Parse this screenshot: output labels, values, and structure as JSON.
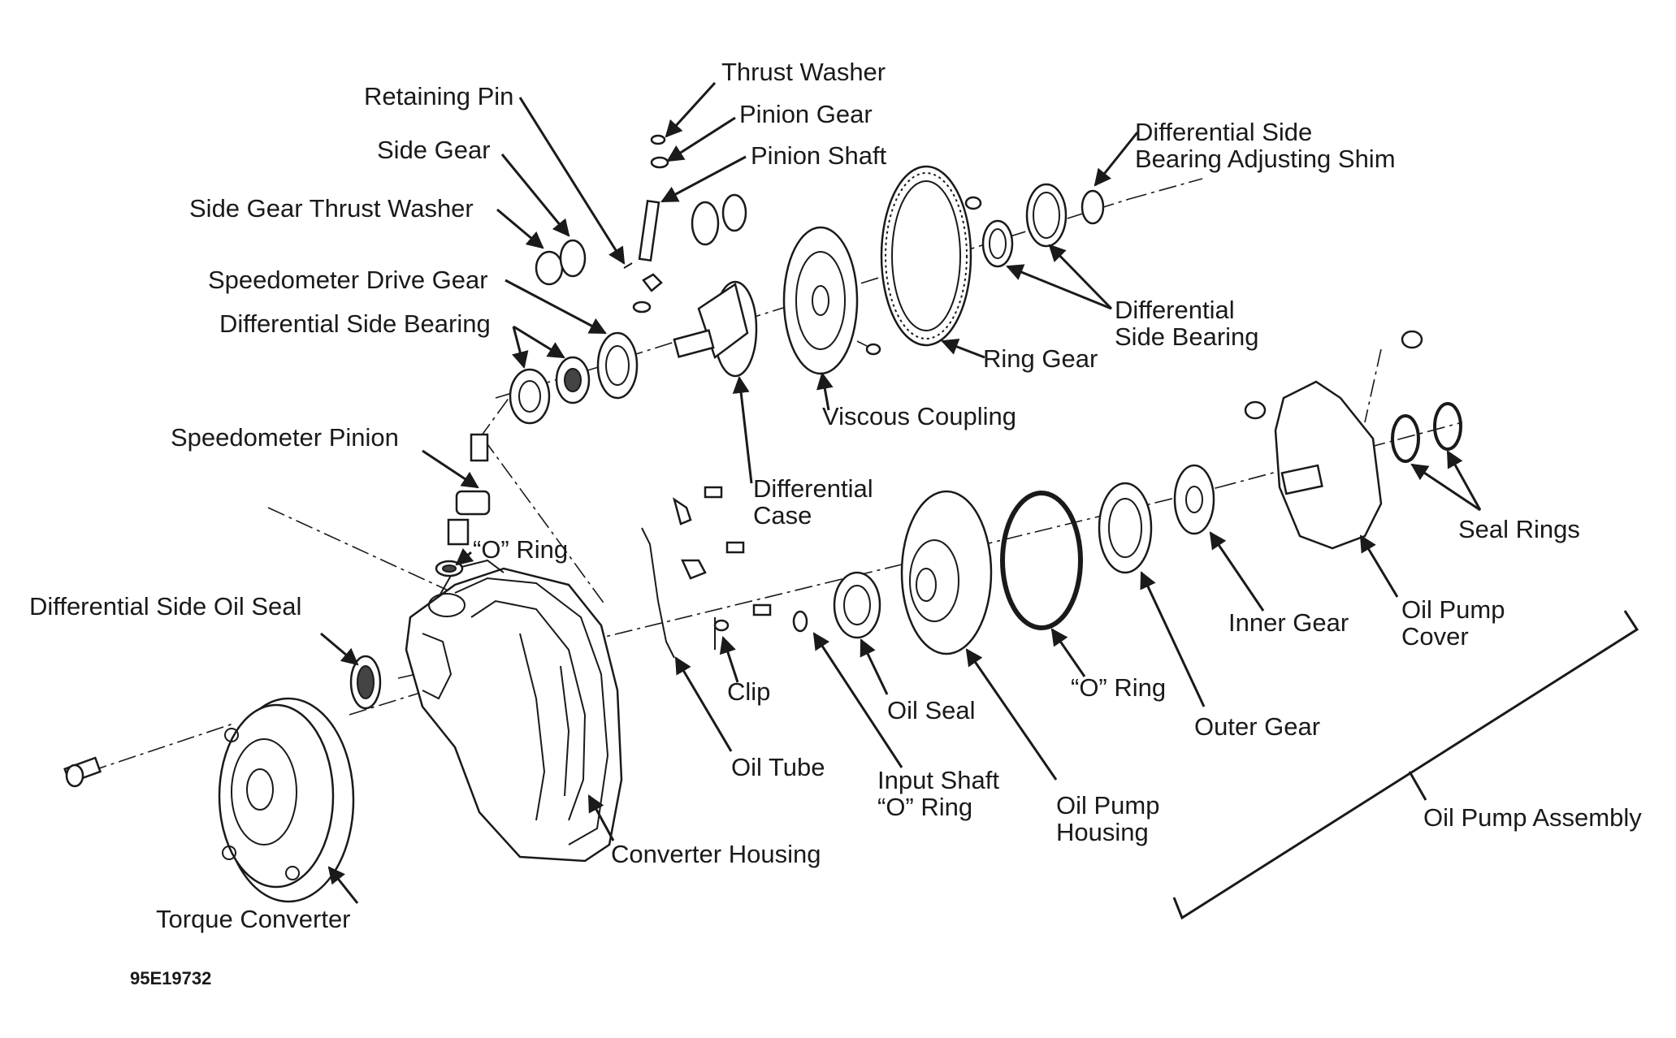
{
  "diagram": {
    "figure_code": "95E19732",
    "labels": {
      "thrust_washer": "Thrust Washer",
      "retaining_pin": "Retaining Pin",
      "pinion_gear": "Pinion Gear",
      "pinion_shaft": "Pinion Shaft",
      "side_gear": "Side Gear",
      "side_gear_thrust_washer": "Side Gear Thrust Washer",
      "speedometer_drive_gear": "Speedometer Drive Gear",
      "differential_side_bearing_left": "Differential Side Bearing",
      "diff_side_bearing_shim_line1": "Differential Side",
      "diff_side_bearing_shim_line2": "Bearing Adjusting Shim",
      "differential_side_bearing_right_line1": "Differential",
      "differential_side_bearing_right_line2": "Side Bearing",
      "ring_gear": "Ring Gear",
      "viscous_coupling": "Viscous Coupling",
      "differential_case_line1": "Differential",
      "differential_case_line2": "Case",
      "speedometer_pinion": "Speedometer Pinion",
      "o_ring_upper": "“O” Ring",
      "differential_side_oil_seal": "Differential Side Oil Seal",
      "seal_rings": "Seal Rings",
      "oil_pump_cover_line1": "Oil Pump",
      "oil_pump_cover_line2": "Cover",
      "inner_gear": "Inner Gear",
      "clip": "Clip",
      "oil_seal": "Oil Seal",
      "o_ring_lower": "“O” Ring",
      "outer_gear": "Outer Gear",
      "oil_tube": "Oil Tube",
      "input_shaft_o_ring_line1": "Input Shaft",
      "input_shaft_o_ring_line2": "“O” Ring",
      "oil_pump_housing_line1": "Oil Pump",
      "oil_pump_housing_line2": "Housing",
      "oil_pump_assembly": "Oil Pump Assembly",
      "converter_housing": "Converter Housing",
      "torque_converter": "Torque Converter"
    }
  }
}
